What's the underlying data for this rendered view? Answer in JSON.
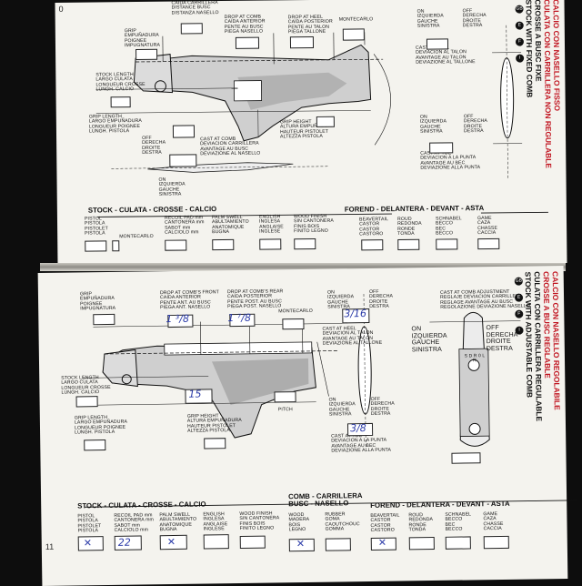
{
  "top": {
    "page_number": "0",
    "labels": {
      "drop_heel_cross": "CAÍDA CARRILLERA\nDISTANCE BUSC\nDISTANZA NASELLO",
      "stock_length_grip": "GRIP\nEMPUÑADURA\nPOIGNEE\nIMPUGNATURA",
      "drop_comb": "DROP AT COMB\nCAÍDA ANTERIOR\nPENTE AU BUSC\nPIEGA NASELLO",
      "drop_heel": "DROP AT HEEL\nCAÍDA POSTERIOR\nPENTE AU TALON\nPIEGA TALLONE",
      "montecarlo": "MONTECARLO",
      "stock_length": "STOCK LENGTH\nLARGO CULATA\nLONGUEUR CROSSE\nLUNGH. CALCIO",
      "grip_length": "GRIP LENGTH\nLARGO EMPUÑADURA\nLONGUEUR POIGNEE\nLUNGH. PISTOLA",
      "grip_height": "GRIP HEIGHT\nALTURA EMPUÑADURA\nHAUTEUR PISTOLET\nALTEZZA PISTOLA",
      "cast_comb": "CAST AT COMB\nDEVIACION CARRILLERA\nAVANTAGE AU BUSC\nDEVIAZIONE AL NASELLO",
      "off_left": "OFF\nDERECHA\nDROITE\nDESTRA",
      "on_left": "ON\nIZQUIERDA\nGAUCHE\nSINISTRA",
      "on_top": "ON\nIZQUIERDA\nGAUCHE\nSINISTRA",
      "off_top": "OFF\nDERECHA\nDROITE\nDESTRA",
      "cast_heel": "CAST AT HEEL\nDEVIACION AL TALON\nAVANTAGE AU TALON\nDEVIAZIONE AL TALLONE",
      "on_mid": "ON\nIZQUIERDA\nGAUCHE\nSINISTRA",
      "off_mid": "OFF\nDERECHA\nDROITE\nDESTRA",
      "cast_toe": "CAST AT TOE\nDEVIACION A LA PUNTA\nAVANTAGE AU BEC\nDEVIAZIONE ALLA PUNTA"
    },
    "stock_heading": "STOCK - CULATA - CROSSE - CALCIO",
    "forend_heading": "FOREND - DELANTERA - DEVANT - ASTA",
    "stock_options": [
      "PISTOL\nPISTOLA\nPISTOLET\nPISTOLA",
      "MONTECARLO",
      "RECOIL PAD mm\nCANTONERA mm\nSABOT mm\nCALCIOLO mm",
      "PALM SWELL\nABULTAMIENTO\nANATOMIQUE\nBUGNA",
      "ENGLISH\nINGLESA\nANGLAISE\nINGLESE",
      "WOOD FINISH\nSIN CANTONERA\nFINIS BOIS\nFINITO LEGNO"
    ],
    "forend_options": [
      "BEAVERTAIL\nCASTOR\nCASTOR\nCASTORO",
      "ROUD\nREDONDA\nRONDE\nTONDA",
      "SCHNABEL\nBECCO\nBEC\nBECCO",
      "GAME\nCAZA\nCHASSE\nCACCIA"
    ],
    "side_title": [
      "STOCK WITH FIXED COMB",
      "CROSSE A BUSC FIXE",
      "CULATA CON CARRILLERA NON REGULABLE",
      "CALCIO CON NASELLO FISSO"
    ],
    "side_codes": [
      "GB",
      "E",
      "F",
      "I"
    ]
  },
  "bottom": {
    "page_number": "11",
    "labels": {
      "grip": "GRIP\nEMPUÑADURA\nPOIGNEE\nIMPUGNATURA",
      "drop_front": "DROP AT COMB'S FRONT\nCAÍDA ANTERIOR\nPENTE ANT. AU BUSC\nPIEGA ANT. NASELLO",
      "drop_rear": "DROP AT COMB'S REAR\nCAÍDA POSTERIOR\nPENTE POST. AU BUSC\nPIEGA POST. NASELLO",
      "montecarlo": "MONTECARLO",
      "stock_length": "STOCK LENGTH\nLARGO CULATA\nLONGUEUR CROSSE\nLUNGH. CALCIO",
      "grip_length": "GRIP LENGTH\nLARGO EMPUÑADURA\nLONGUEUR POIGNEE\nLUNGH. PISTOLA",
      "grip_height": "GRIP HEIGHT\nALTURA EMPUÑADURA\nHAUTEUR PISTOLET\nALTEZZA PISTOLA",
      "pitch": "PITCH",
      "on_top": "ON\nIZQUIERDA\nGAUCHE\nSINISTRA",
      "off_top": "OFF\nDERECHA\nDROITE\nDESTRA",
      "cast_heel": "CAST AT HEEL\nDEVIACION AL TALON\nAVANTAGE AU TALON\nDEVIAZIONE AL TALLONE",
      "on_mid": "ON\nIZQUIERDA\nGAUCHE\nSINISTRA",
      "off_mid": "OFF\nDERECHA\nDROITE\nDESTRA",
      "cast_toe": "CAST AT TOE\nDEVIACION A LA PUNTA\nAVANTAGE AU BEC\nDEVIAZIONE ALLA PUNTA",
      "cast_adjust": "CAST AT COMB ADJUSTMENT\nREGLAJE DEVIACION CARRILLERA\nREGLAGE AVANTAGE AU BUSC\nREGOLAZIONE DEVIAZIONE NASELLO",
      "on_big": "ON\nIZQUIERDA\nGAUCHE\nSINISTRA",
      "off_big": "OFF\nDERECHA\nDROITE\nDESTRA",
      "comb_letters": "S D R 0 L R"
    },
    "stock_heading": "STOCK - CULATA - CROSSE - CALCIO",
    "comb_heading": "COMB - CARRILLERA\nBUSC - NASELLO",
    "forend_heading": "FOREND - DELANTERA - DEVANT - ASTA",
    "stock_options": [
      "PISTOL\nPISTOLA\nPISTOLET\nPISTOLA",
      "RECOIL PAD mm\nCANTONERA mm\nSABOT mm\nCALCIOLO mm",
      "PALM SWELL\nABULTAMIENTO\nANATOMIQUE\nBUGNA",
      "ENGLISH\nINGLESA\nANGLAISE\nINGLESE",
      "WOOD FINISH\nSIN CANTONERA\nFINIS BOIS\nFINITO LEGNO"
    ],
    "comb_options": [
      "WOOD\nMADERA\nBOIS\nLEGNO",
      "RUBBER\nGOMA\nCAOUTCHOUC\nGOMMA"
    ],
    "forend_options": [
      "BEAVERTAIL\nCASTOR\nCASTOR\nCASTORO",
      "ROUD\nREDONDA\nRONDE\nTONDA",
      "SCHNABEL\nBECCO\nBEC\nBECCO",
      "GAME\nCAZA\nCHASSE\nCACCIA"
    ],
    "handwritten": {
      "drop_front": "1 ³/8",
      "drop_rear": "1 ⁷/8",
      "stock_length": "15",
      "cast_heel": "3/16",
      "cast_toe": "3/8",
      "pistol_mark": "✕",
      "recoil_pad": "22",
      "palm_swell_mark": "✕",
      "wood_mark": "✕",
      "beavertail_mark": "✕"
    },
    "side_title": [
      "STOCK WITH ADJUSTABLE COMB",
      "CULATA CON CARRILLERA REGULABLE",
      "CROSSE A BUSC REGLABLE",
      "CALCIO CON NASELLO REGOLABILE"
    ],
    "side_codes": [
      "GB",
      "E",
      "F",
      "I"
    ]
  }
}
